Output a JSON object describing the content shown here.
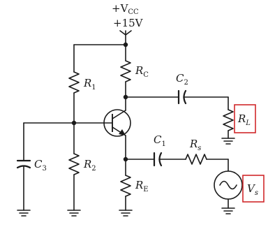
{
  "supply": {
    "label_main": "+V",
    "label_sub": "CC",
    "value": "+15V"
  },
  "components": {
    "r1": {
      "main": "R",
      "sub": "1"
    },
    "r2": {
      "main": "R",
      "sub": "2"
    },
    "rc": {
      "main": "R",
      "sub": "C"
    },
    "re": {
      "main": "R",
      "sub": "E"
    },
    "rl": {
      "main": "R",
      "sub": "L"
    },
    "rs": {
      "main": "R",
      "sub": "s"
    },
    "c1": {
      "main": "C",
      "sub": "1"
    },
    "c2": {
      "main": "C",
      "sub": "2"
    },
    "c3": {
      "main": "C",
      "sub": "3"
    },
    "vs": {
      "main": "V",
      "sub": "s"
    }
  },
  "highlight_color": "#d0282b"
}
